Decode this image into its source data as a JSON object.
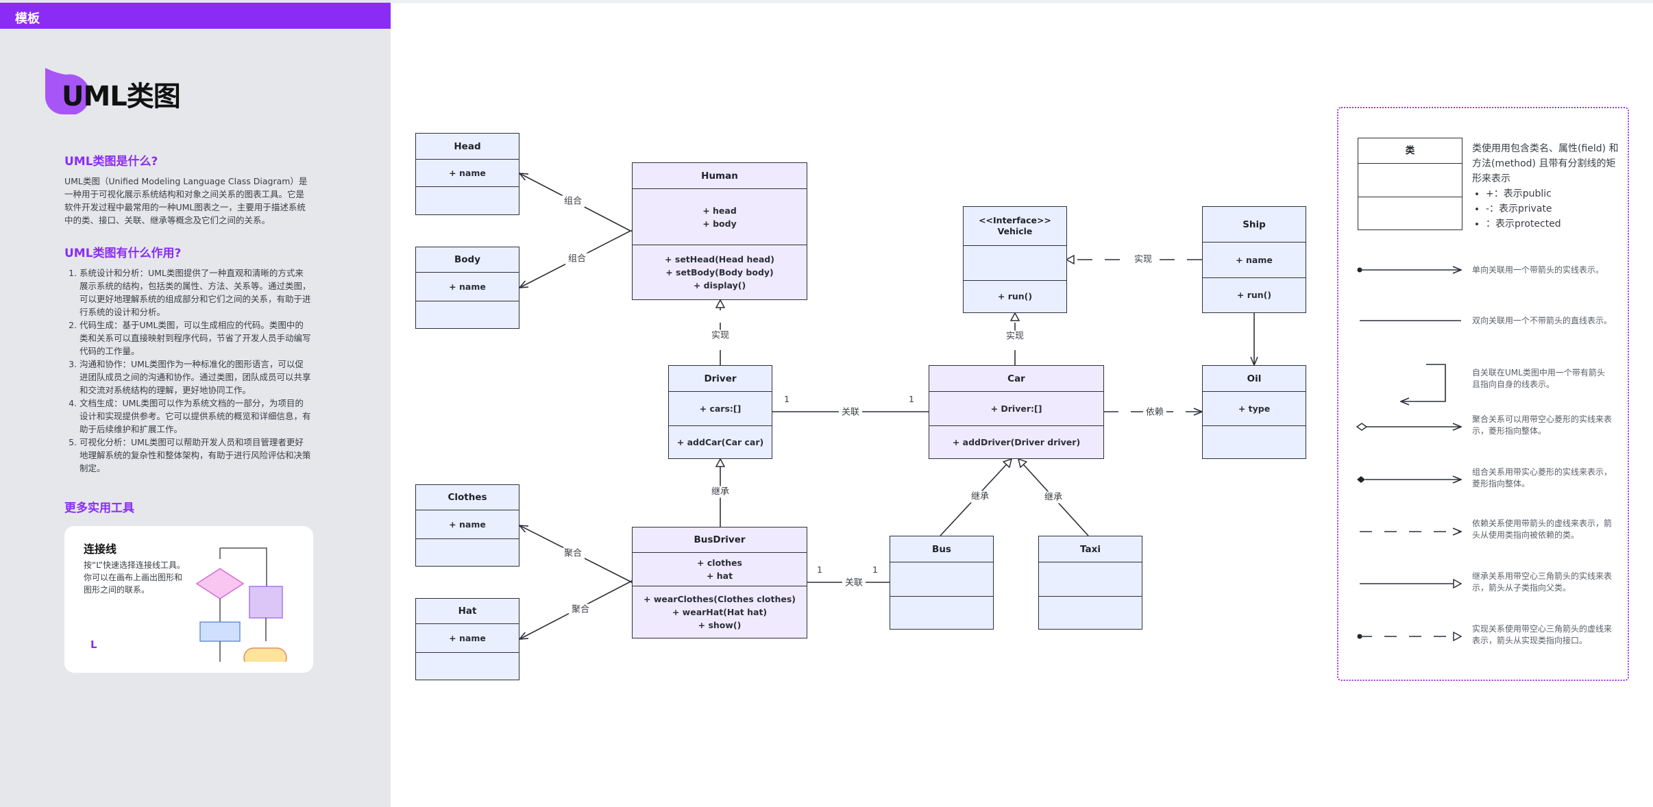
{
  "panel": {
    "tab_label": "模板",
    "title": "UML类图",
    "section1_title": "UML类图是什么?",
    "section1_text": "UML类图（Unified Modeling Language Class Diagram）是一种用于可视化展示系统结构和对象之间关系的图表工具。它是软件开发过程中最常用的一种UML图表之一，主要用于描述系统中的类、接口、关联、继承等概念及它们之间的关系。",
    "section2_title": "UML类图有什么作用?",
    "uses": [
      "系统设计和分析：UML类图提供了一种直观和清晰的方式来展示系统的结构，包括类的属性、方法、关系等。通过类图，可以更好地理解系统的组成部分和它们之间的关系，有助于进行系统的设计和分析。",
      "代码生成：基于UML类图，可以生成相应的代码。类图中的类和关系可以直接映射到程序代码，节省了开发人员手动编写代码的工作量。",
      "沟通和协作：UML类图作为一种标准化的图形语言，可以促进团队成员之间的沟通和协作。通过类图，团队成员可以共享和交流对系统结构的理解，更好地协同工作。",
      "文档生成：UML类图可以作为系统文档的一部分，为项目的设计和实现提供参考。它可以提供系统的概览和详细信息，有助于后续维护和扩展工作。",
      "可视化分析：UML类图可以帮助开发人员和项目管理者更好地理解系统的复杂性和整体架构，有助于进行风险评估和决策制定。"
    ],
    "section3_title": "更多实用工具",
    "tool": {
      "title": "连接线",
      "desc": "按“L”快速选择连接线工具。你可以在画布上画出图形和图形之间的联系。",
      "key": "L"
    }
  },
  "classes": {
    "head": {
      "name": "Head",
      "attrs": [
        "+ name"
      ],
      "methods": []
    },
    "body": {
      "name": "Body",
      "attrs": [
        "+ name"
      ],
      "methods": []
    },
    "human": {
      "name": "Human",
      "attrs": [
        "+ head",
        "+ body"
      ],
      "methods": [
        "+ setHead(Head head)",
        "+ setBody(Body body)",
        "+ display()"
      ]
    },
    "driver": {
      "name": "Driver",
      "attrs": [
        "+ cars:[]"
      ],
      "methods": [
        "+ addCar(Car car)"
      ]
    },
    "vehicle": {
      "stereotype": "<<Interface>>",
      "name": "Vehicle",
      "attrs": [],
      "methods": [
        "+ run()"
      ]
    },
    "ship": {
      "name": "Ship",
      "attrs": [
        "+ name"
      ],
      "methods": [
        "+ run()"
      ]
    },
    "car": {
      "name": "Car",
      "attrs": [
        "+ Driver:[]"
      ],
      "methods": [
        "+ addDriver(Driver driver)"
      ]
    },
    "oil": {
      "name": "Oil",
      "attrs": [
        "+ type"
      ],
      "methods": []
    },
    "clothes": {
      "name": "Clothes",
      "attrs": [
        "+ name"
      ],
      "methods": []
    },
    "hat": {
      "name": "Hat",
      "attrs": [
        "+ name"
      ],
      "methods": []
    },
    "busdriver": {
      "name": "BusDriver",
      "attrs": [
        "+ clothes",
        "+ hat"
      ],
      "methods": [
        "+ wearClothes(Clothes clothes)",
        "+ wearHat(Hat hat)",
        "+ show()"
      ]
    },
    "bus": {
      "name": "Bus",
      "attrs": [],
      "methods": []
    },
    "taxi": {
      "name": "Taxi",
      "attrs": [],
      "methods": []
    }
  },
  "relations": {
    "composition": "组合",
    "realization": "实现",
    "association": "关联",
    "dependency": "依赖",
    "inheritance": "继承",
    "aggregation": "聚合",
    "mult_one": "1"
  },
  "legend": {
    "class_label": "类",
    "class_desc": "类使用用包含类名、属性(field) 和方法(method) 且带有分割线的矩形来表示",
    "visibility": [
      "+：表示public",
      "-：表示private",
      "：表示protected"
    ],
    "items": [
      "单向关联用一个带箭头的实线表示。",
      "双向关联用一个不带箭头的直线表示。",
      "自关联在UML类图中用一个带有箭头且指向自身的线表示。",
      "聚合关系可以用带空心菱形的实线来表示，菱形指向整体。",
      "组合关系用带实心菱形的实线来表示，菱形指向整体。",
      "依赖关系使用带箭头的虚线来表示，箭头从使用类指向被依赖的类。",
      "继承关系用带空心三角箭头的实线来表示，箭头从子类指向父类。",
      "实现关系使用带空心三角箭头的虚线来表示，箭头从实现类指向接口。"
    ]
  },
  "colors": {
    "accent": "#8b2cf5",
    "class_fill_blue": "#e9efff",
    "class_fill_lavender": "#efeafd",
    "panel_bg": "#e5e7eb"
  }
}
